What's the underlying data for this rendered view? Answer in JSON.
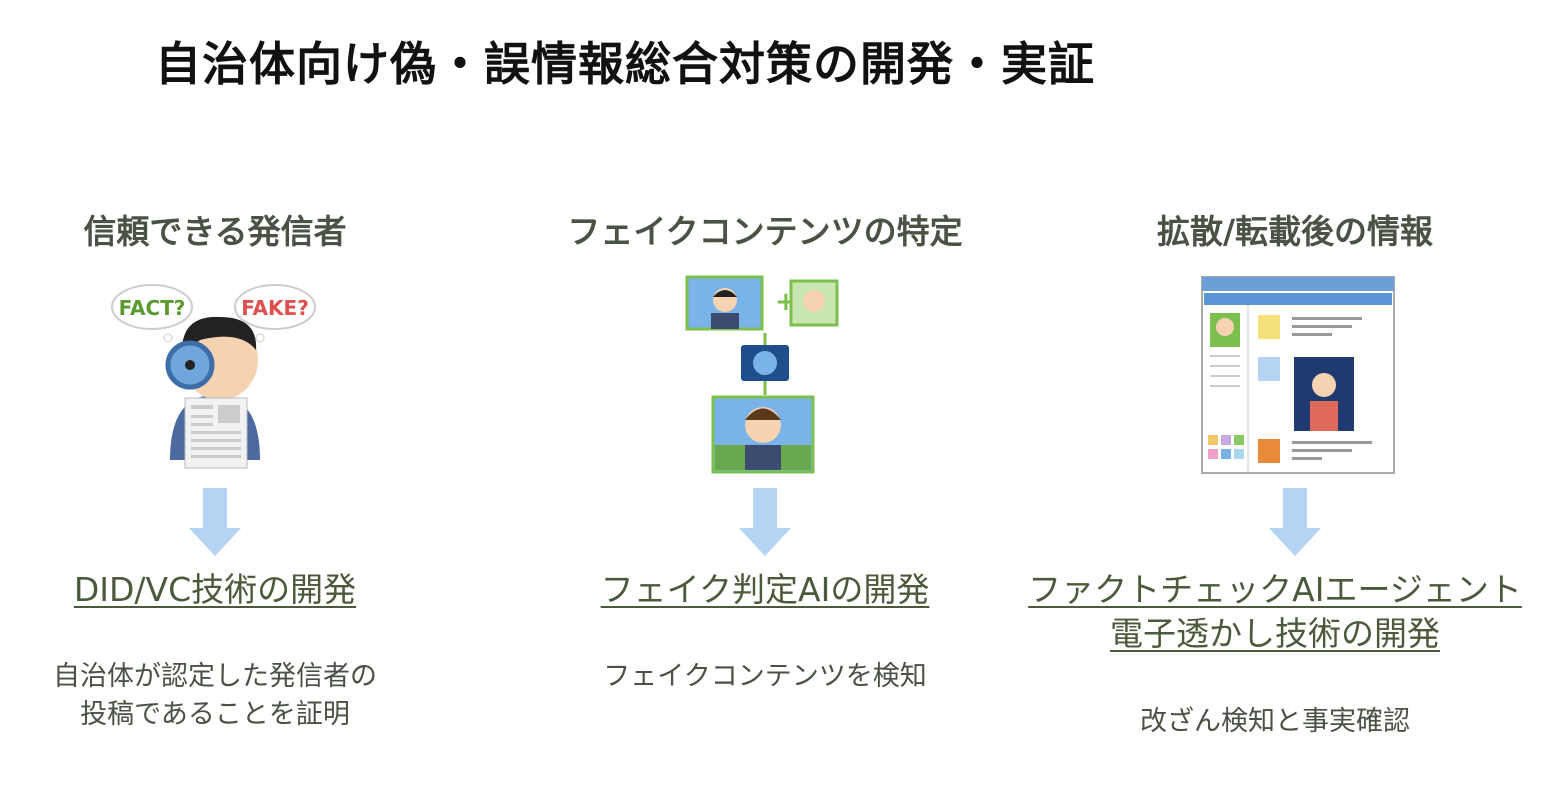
{
  "title": "自治体向け偽・誤情報総合対策の開発・実証",
  "columns": [
    {
      "heading": "信頼できる発信者",
      "illustration": "person-magnifier-newspaper",
      "bubbles": [
        "FACT?",
        "FAKE?"
      ],
      "tech": [
        "DID/VC技術の開発"
      ],
      "desc": [
        "自治体が認定した発信者の",
        "投稿であることを証明"
      ]
    },
    {
      "heading": "フェイクコンテンツの特定",
      "illustration": "face-swap-ai",
      "tech": [
        "フェイク判定AIの開発"
      ],
      "desc": [
        "フェイクコンテンツを検知"
      ]
    },
    {
      "heading": "拡散/転載後の情報",
      "illustration": "sns-browser",
      "tech": [
        "ファクトチェックAIエージェント",
        "電子透かし技術の開発"
      ],
      "desc": [
        "改ざん検知と事実確認"
      ]
    }
  ],
  "colors": {
    "heading": "#4a5244",
    "arrow": "#b5d3f3",
    "tech": "#4a5a3a"
  }
}
